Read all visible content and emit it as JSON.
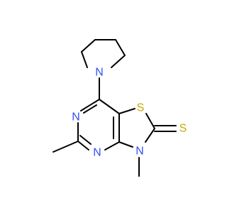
{
  "structure": {
    "colors": {
      "bond": "#000000",
      "nitrogen": "#3050f8",
      "sulfur": "#c8a800",
      "background": "#ffffff"
    },
    "atoms": {
      "n_pyrrolidine": "N",
      "n_pyrimidine_upper": "N",
      "n_pyrimidine_lower": "N",
      "n_thiazole": "N",
      "s_ring": "S",
      "s_thione": "S"
    }
  }
}
